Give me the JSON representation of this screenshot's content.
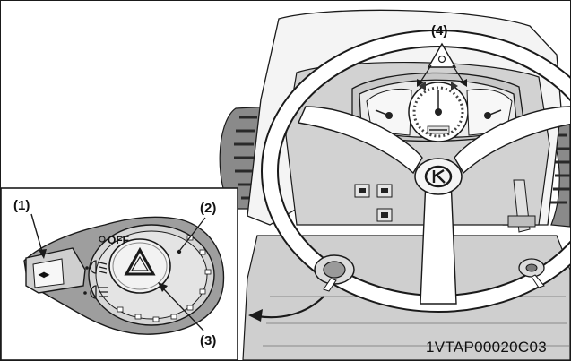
{
  "callouts": {
    "c1": "(1)",
    "c2": "(2)",
    "c3": "(3)",
    "c4": "(4)"
  },
  "switch": {
    "off_label": "OFF",
    "lever_symbol": "◂▸"
  },
  "document_code": "1VTAP00020C03",
  "icons": {
    "hazard": "hazard-triangle-icon",
    "headlight_low": "low-beam-icon",
    "headlight_high": "high-beam-icon",
    "brand": "kubota-logo-icon"
  },
  "colors": {
    "line": "#1a1a1a",
    "switch_fill": "#d9d9d9",
    "switch_shadow": "#9e9e9e",
    "dash_fill": "#e6e6e6",
    "panel_fill": "#b5b5b5",
    "tire_fill": "#7a7a7a"
  }
}
